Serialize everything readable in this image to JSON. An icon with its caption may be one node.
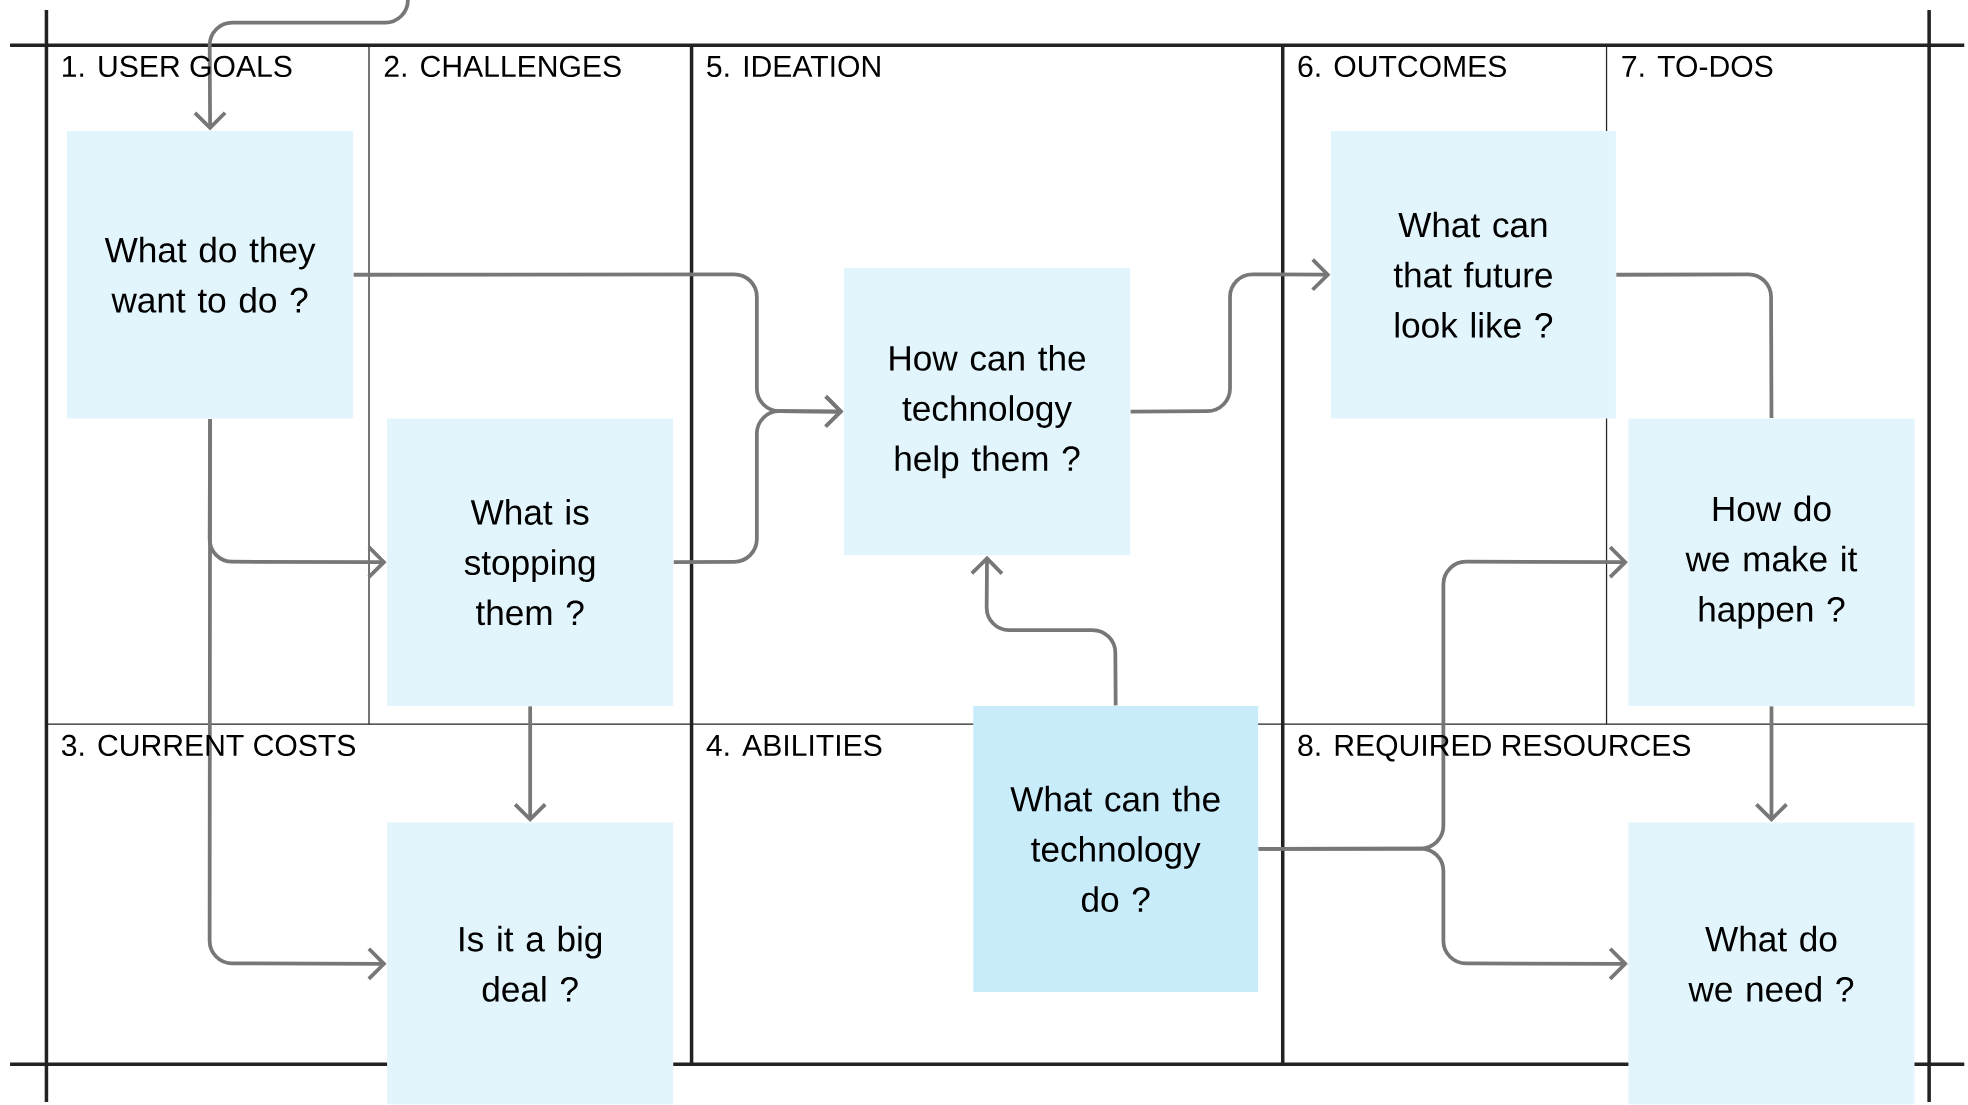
{
  "diagram": {
    "nodes": [
      {
        "text": [
          "What do they want to do ?"
        ]
      },
      {
        "text": [
          "What is stopping them ?"
        ]
      },
      {
        "text": [
          "Is it a big deal ?"
        ]
      },
      {
        "text": [
          "How can the technology help them ?"
        ]
      },
      {
        "text": [
          "What can the technology do ?"
        ]
      },
      {
        "text": [
          "What can that future look like ?"
        ]
      },
      {
        "text": [
          "How do we make it happen ?"
        ]
      },
      {
        "text": [
          "What do we need ?"
        ]
      }
    ],
    "edges": [
      {
        "from": null,
        "to": 0,
        "arrow": "to"
      },
      {
        "from": 0,
        "to": 3,
        "arrow": "to"
      },
      {
        "from": 0,
        "to": 1,
        "arrow": "to"
      },
      {
        "from": 0,
        "to": 2,
        "arrow": "to"
      },
      {
        "from": 1,
        "to": 2,
        "arrow": "to"
      },
      {
        "from": 1,
        "to": 3,
        "arrow": "to"
      },
      {
        "from": 4,
        "to": 3,
        "arrow": "to"
      },
      {
        "from": 3,
        "to": 5,
        "arrow": "to"
      },
      {
        "from": 5,
        "to": 6,
        "arrow": "none"
      },
      {
        "from": 4,
        "to": 6,
        "arrow": "to"
      },
      {
        "from": 4,
        "to": 7,
        "arrow": "to"
      },
      {
        "from": 6,
        "to": 7,
        "arrow": "to"
      }
    ],
    "labels": [
      "1. USER GOALS",
      "2. CHALLENGES",
      "5. IDEATION",
      "6. OUTCOMES",
      "7. TO-DOS",
      "3. CURRENT COSTS",
      "4. ABILITIES",
      "8. REQUIRED RESOURCES"
    ]
  }
}
